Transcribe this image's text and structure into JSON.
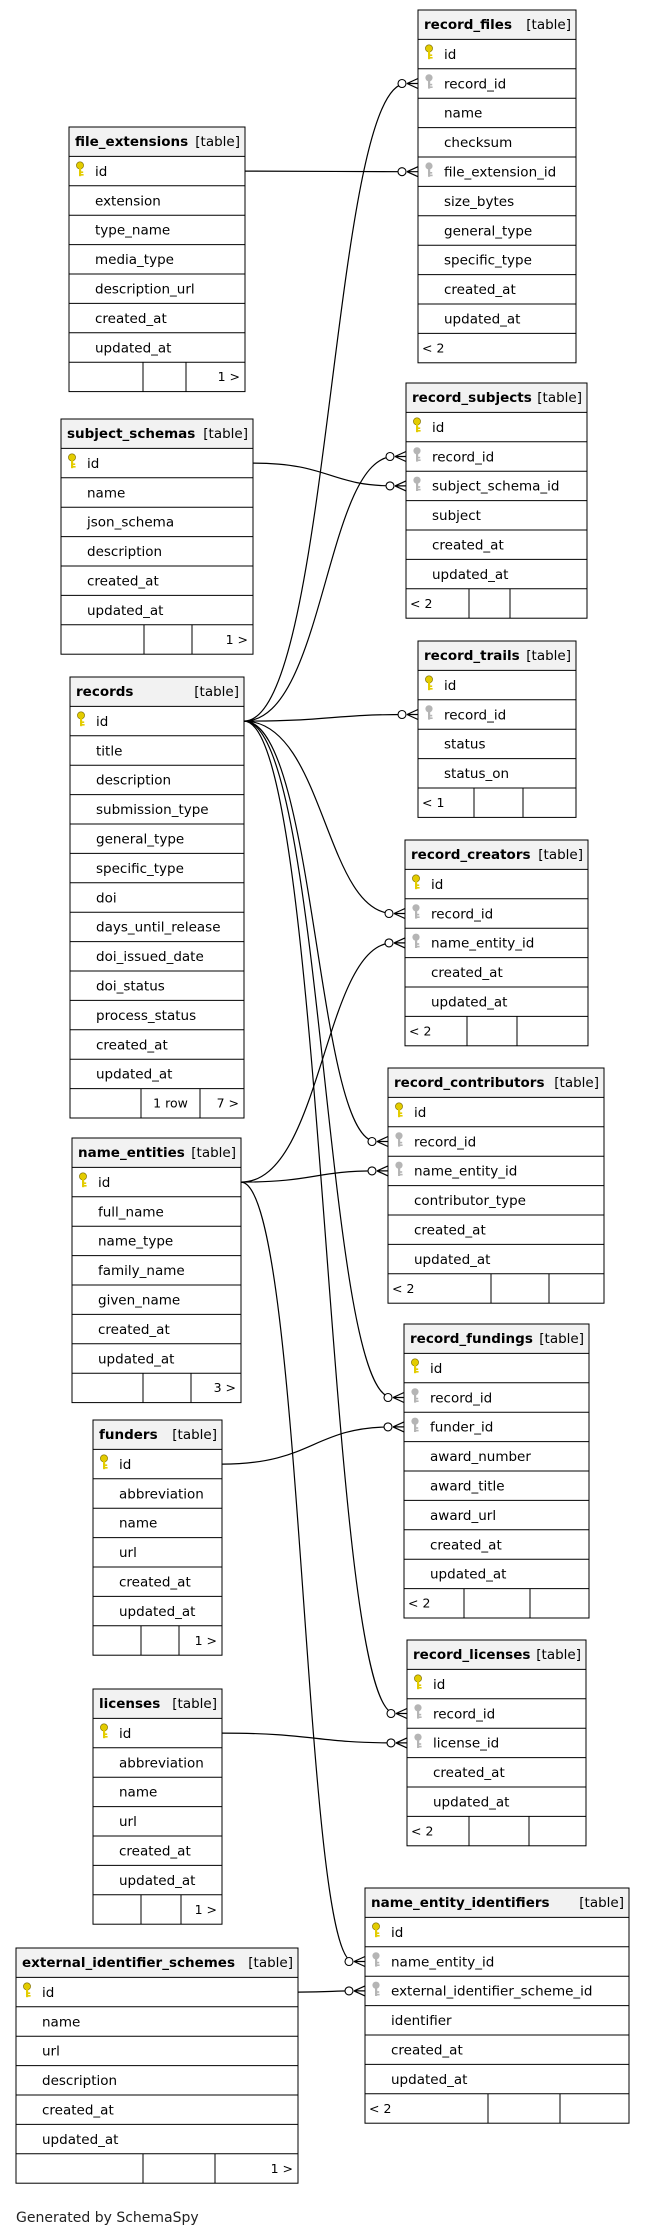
{
  "diagram": {
    "footer_text": "Generated by SchemaSpy",
    "colors": {
      "primary_key_icon": "#e3cc00",
      "foreign_key_icon": "#b5b5b5",
      "header_bg": "#f2f2f2"
    },
    "tables": [
      {
        "id": "record_files",
        "name": "record_files",
        "kind": "[table]",
        "columns": [
          {
            "name": "id",
            "key": "pk"
          },
          {
            "name": "record_id",
            "key": "fk"
          },
          {
            "name": "name",
            "key": ""
          },
          {
            "name": "checksum",
            "key": ""
          },
          {
            "name": "file_extension_id",
            "key": "fk"
          },
          {
            "name": "size_bytes",
            "key": ""
          },
          {
            "name": "general_type",
            "key": ""
          },
          {
            "name": "specific_type",
            "key": ""
          },
          {
            "name": "created_at",
            "key": ""
          },
          {
            "name": "updated_at",
            "key": ""
          }
        ],
        "footer": [
          "< 2",
          "",
          ""
        ]
      },
      {
        "id": "file_extensions",
        "name": "file_extensions",
        "kind": "[table]",
        "columns": [
          {
            "name": "id",
            "key": "pk"
          },
          {
            "name": "extension",
            "key": ""
          },
          {
            "name": "type_name",
            "key": ""
          },
          {
            "name": "media_type",
            "key": ""
          },
          {
            "name": "description_url",
            "key": ""
          },
          {
            "name": "created_at",
            "key": ""
          },
          {
            "name": "updated_at",
            "key": ""
          }
        ],
        "footer": [
          "",
          "",
          "1 >"
        ]
      },
      {
        "id": "record_subjects",
        "name": "record_subjects",
        "kind": "[table]",
        "columns": [
          {
            "name": "id",
            "key": "pk"
          },
          {
            "name": "record_id",
            "key": "fk"
          },
          {
            "name": "subject_schema_id",
            "key": "fk"
          },
          {
            "name": "subject",
            "key": ""
          },
          {
            "name": "created_at",
            "key": ""
          },
          {
            "name": "updated_at",
            "key": ""
          }
        ],
        "footer": [
          "< 2",
          "",
          ""
        ]
      },
      {
        "id": "subject_schemas",
        "name": "subject_schemas",
        "kind": "[table]",
        "columns": [
          {
            "name": "id",
            "key": "pk"
          },
          {
            "name": "name",
            "key": ""
          },
          {
            "name": "json_schema",
            "key": ""
          },
          {
            "name": "description",
            "key": ""
          },
          {
            "name": "created_at",
            "key": ""
          },
          {
            "name": "updated_at",
            "key": ""
          }
        ],
        "footer": [
          "",
          "",
          "1 >"
        ]
      },
      {
        "id": "record_trails",
        "name": "record_trails",
        "kind": "[table]",
        "columns": [
          {
            "name": "id",
            "key": "pk"
          },
          {
            "name": "record_id",
            "key": "fk"
          },
          {
            "name": "status",
            "key": ""
          },
          {
            "name": "status_on",
            "key": ""
          }
        ],
        "footer": [
          "< 1",
          "",
          ""
        ]
      },
      {
        "id": "records",
        "name": "records",
        "kind": "[table]",
        "columns": [
          {
            "name": "id",
            "key": "pk"
          },
          {
            "name": "title",
            "key": ""
          },
          {
            "name": "description",
            "key": ""
          },
          {
            "name": "submission_type",
            "key": ""
          },
          {
            "name": "general_type",
            "key": ""
          },
          {
            "name": "specific_type",
            "key": ""
          },
          {
            "name": "doi",
            "key": ""
          },
          {
            "name": "days_until_release",
            "key": ""
          },
          {
            "name": "doi_issued_date",
            "key": ""
          },
          {
            "name": "doi_status",
            "key": ""
          },
          {
            "name": "process_status",
            "key": ""
          },
          {
            "name": "created_at",
            "key": ""
          },
          {
            "name": "updated_at",
            "key": ""
          }
        ],
        "footer": [
          "",
          "1 row",
          "7 >"
        ]
      },
      {
        "id": "record_creators",
        "name": "record_creators",
        "kind": "[table]",
        "columns": [
          {
            "name": "id",
            "key": "pk"
          },
          {
            "name": "record_id",
            "key": "fk"
          },
          {
            "name": "name_entity_id",
            "key": "fk"
          },
          {
            "name": "created_at",
            "key": ""
          },
          {
            "name": "updated_at",
            "key": ""
          }
        ],
        "footer": [
          "< 2",
          "",
          ""
        ]
      },
      {
        "id": "record_contributors",
        "name": "record_contributors",
        "kind": "[table]",
        "columns": [
          {
            "name": "id",
            "key": "pk"
          },
          {
            "name": "record_id",
            "key": "fk"
          },
          {
            "name": "name_entity_id",
            "key": "fk"
          },
          {
            "name": "contributor_type",
            "key": ""
          },
          {
            "name": "created_at",
            "key": ""
          },
          {
            "name": "updated_at",
            "key": ""
          }
        ],
        "footer": [
          "< 2",
          "",
          ""
        ]
      },
      {
        "id": "name_entities",
        "name": "name_entities",
        "kind": "[table]",
        "columns": [
          {
            "name": "id",
            "key": "pk"
          },
          {
            "name": "full_name",
            "key": ""
          },
          {
            "name": "name_type",
            "key": ""
          },
          {
            "name": "family_name",
            "key": ""
          },
          {
            "name": "given_name",
            "key": ""
          },
          {
            "name": "created_at",
            "key": ""
          },
          {
            "name": "updated_at",
            "key": ""
          }
        ],
        "footer": [
          "",
          "",
          "3 >"
        ]
      },
      {
        "id": "record_fundings",
        "name": "record_fundings",
        "kind": "[table]",
        "columns": [
          {
            "name": "id",
            "key": "pk"
          },
          {
            "name": "record_id",
            "key": "fk"
          },
          {
            "name": "funder_id",
            "key": "fk"
          },
          {
            "name": "award_number",
            "key": ""
          },
          {
            "name": "award_title",
            "key": ""
          },
          {
            "name": "award_url",
            "key": ""
          },
          {
            "name": "created_at",
            "key": ""
          },
          {
            "name": "updated_at",
            "key": ""
          }
        ],
        "footer": [
          "< 2",
          "",
          ""
        ]
      },
      {
        "id": "funders",
        "name": "funders",
        "kind": "[table]",
        "columns": [
          {
            "name": "id",
            "key": "pk"
          },
          {
            "name": "abbreviation",
            "key": ""
          },
          {
            "name": "name",
            "key": ""
          },
          {
            "name": "url",
            "key": ""
          },
          {
            "name": "created_at",
            "key": ""
          },
          {
            "name": "updated_at",
            "key": ""
          }
        ],
        "footer": [
          "",
          "",
          "1 >"
        ]
      },
      {
        "id": "record_licenses",
        "name": "record_licenses",
        "kind": "[table]",
        "columns": [
          {
            "name": "id",
            "key": "pk"
          },
          {
            "name": "record_id",
            "key": "fk"
          },
          {
            "name": "license_id",
            "key": "fk"
          },
          {
            "name": "created_at",
            "key": ""
          },
          {
            "name": "updated_at",
            "key": ""
          }
        ],
        "footer": [
          "< 2",
          "",
          ""
        ]
      },
      {
        "id": "licenses",
        "name": "licenses",
        "kind": "[table]",
        "columns": [
          {
            "name": "id",
            "key": "pk"
          },
          {
            "name": "abbreviation",
            "key": ""
          },
          {
            "name": "name",
            "key": ""
          },
          {
            "name": "url",
            "key": ""
          },
          {
            "name": "created_at",
            "key": ""
          },
          {
            "name": "updated_at",
            "key": ""
          }
        ],
        "footer": [
          "",
          "",
          "1 >"
        ]
      },
      {
        "id": "name_entity_identifiers",
        "name": "name_entity_identifiers",
        "kind": "[table]",
        "columns": [
          {
            "name": "id",
            "key": "pk"
          },
          {
            "name": "name_entity_id",
            "key": "fk"
          },
          {
            "name": "external_identifier_scheme_id",
            "key": "fk"
          },
          {
            "name": "identifier",
            "key": ""
          },
          {
            "name": "created_at",
            "key": ""
          },
          {
            "name": "updated_at",
            "key": ""
          }
        ],
        "footer": [
          "< 2",
          "",
          ""
        ]
      },
      {
        "id": "external_identifier_schemes",
        "name": "external_identifier_schemes",
        "kind": "[table]",
        "columns": [
          {
            "name": "id",
            "key": "pk"
          },
          {
            "name": "name",
            "key": ""
          },
          {
            "name": "url",
            "key": ""
          },
          {
            "name": "description",
            "key": ""
          },
          {
            "name": "created_at",
            "key": ""
          },
          {
            "name": "updated_at",
            "key": ""
          }
        ],
        "footer": [
          "",
          "",
          "1 >"
        ]
      }
    ],
    "relations": [
      {
        "from": "records",
        "to": "record_files",
        "column": "record_id"
      },
      {
        "from": "file_extensions",
        "to": "record_files",
        "column": "file_extension_id"
      },
      {
        "from": "records",
        "to": "record_subjects",
        "column": "record_id"
      },
      {
        "from": "subject_schemas",
        "to": "record_subjects",
        "column": "subject_schema_id"
      },
      {
        "from": "records",
        "to": "record_trails",
        "column": "record_id"
      },
      {
        "from": "records",
        "to": "record_creators",
        "column": "record_id"
      },
      {
        "from": "name_entities",
        "to": "record_creators",
        "column": "name_entity_id"
      },
      {
        "from": "records",
        "to": "record_contributors",
        "column": "record_id"
      },
      {
        "from": "name_entities",
        "to": "record_contributors",
        "column": "name_entity_id"
      },
      {
        "from": "records",
        "to": "record_fundings",
        "column": "record_id"
      },
      {
        "from": "funders",
        "to": "record_fundings",
        "column": "funder_id"
      },
      {
        "from": "records",
        "to": "record_licenses",
        "column": "record_id"
      },
      {
        "from": "licenses",
        "to": "record_licenses",
        "column": "license_id"
      },
      {
        "from": "name_entities",
        "to": "name_entity_identifiers",
        "column": "name_entity_id"
      },
      {
        "from": "external_identifier_schemes",
        "to": "name_entity_identifiers",
        "column": "external_identifier_scheme_id"
      }
    ]
  }
}
